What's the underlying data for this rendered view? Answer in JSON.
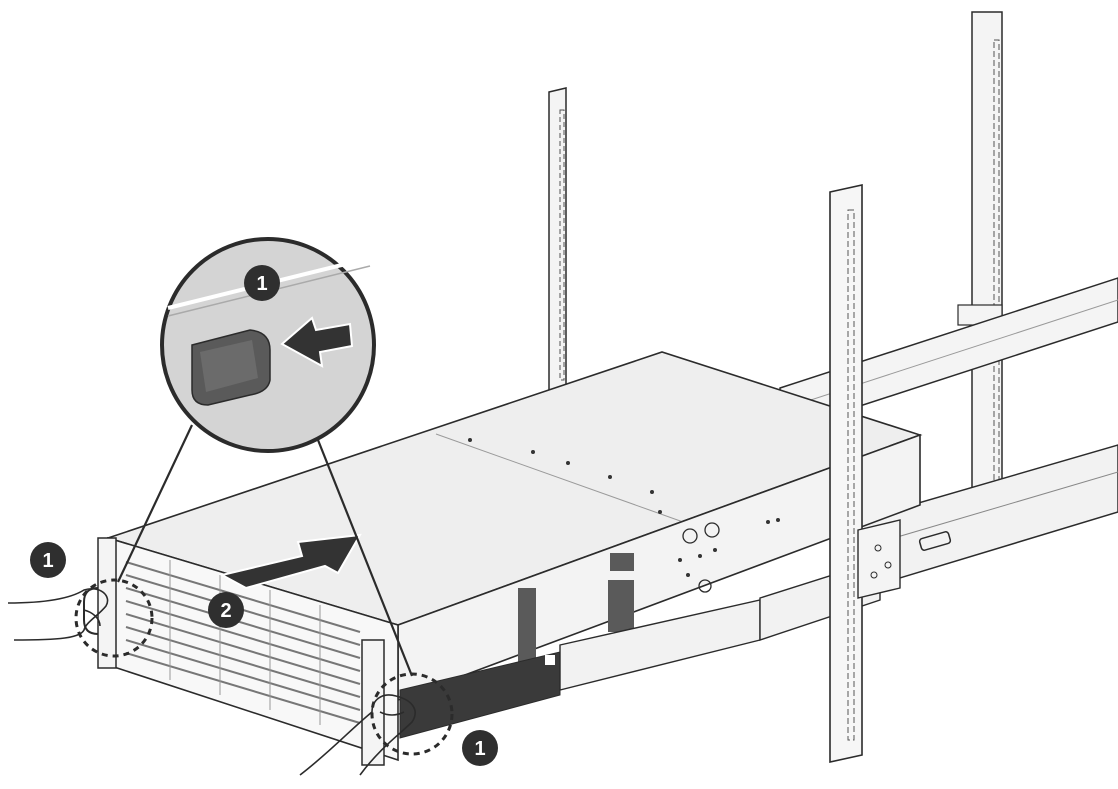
{
  "diagram": {
    "colors": {
      "background": "#ffffff",
      "line": "#2b2b2b",
      "rack": "#f4f4f4",
      "chassis": "#f1f1f1",
      "chassis_top": "#eeeeee",
      "arrow": "#333333",
      "badge": "#2f2f2f",
      "zoom_bg": "#d4d4d4",
      "rail_dark": "#3a3a3a"
    },
    "step_badges": [
      {
        "id": "zoom",
        "label": "1"
      },
      {
        "id": "left-handle",
        "label": "1"
      },
      {
        "id": "push",
        "label": "2"
      },
      {
        "id": "rail-release",
        "label": "1"
      }
    ]
  }
}
